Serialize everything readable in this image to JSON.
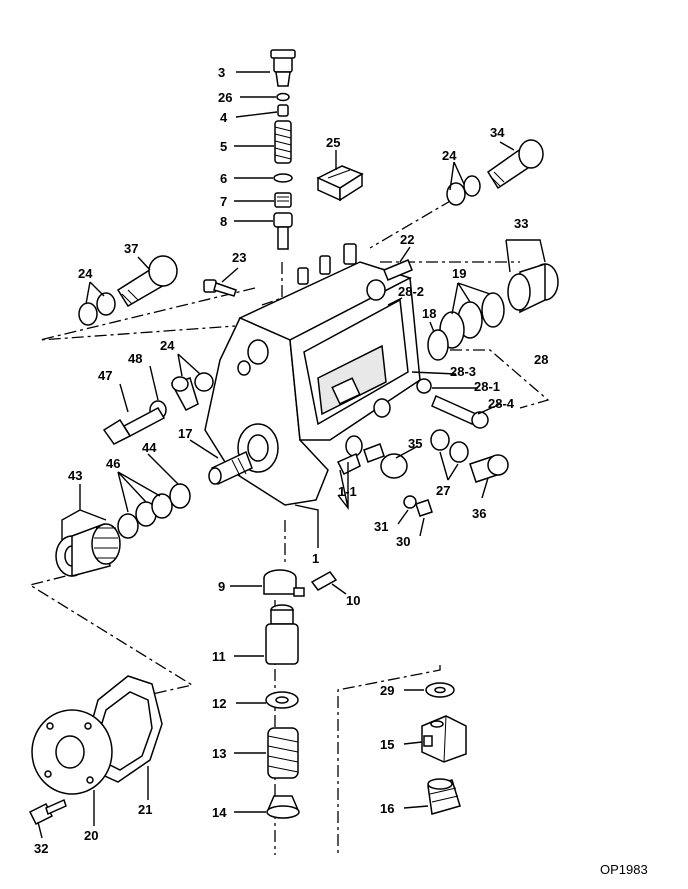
{
  "drawing_code": "OP1983",
  "callouts": [
    {
      "id": "3",
      "label": "3"
    },
    {
      "id": "26",
      "label": "26"
    },
    {
      "id": "4",
      "label": "4"
    },
    {
      "id": "5",
      "label": "5"
    },
    {
      "id": "6",
      "label": "6"
    },
    {
      "id": "7",
      "label": "7"
    },
    {
      "id": "8",
      "label": "8"
    },
    {
      "id": "25",
      "label": "25"
    },
    {
      "id": "24a",
      "label": "24"
    },
    {
      "id": "34",
      "label": "34"
    },
    {
      "id": "33",
      "label": "33"
    },
    {
      "id": "37",
      "label": "37"
    },
    {
      "id": "24b",
      "label": "24"
    },
    {
      "id": "23",
      "label": "23"
    },
    {
      "id": "22",
      "label": "22"
    },
    {
      "id": "28-2",
      "label": "28-2"
    },
    {
      "id": "19",
      "label": "19"
    },
    {
      "id": "18",
      "label": "18"
    },
    {
      "id": "28",
      "label": "28"
    },
    {
      "id": "28-3",
      "label": "28-3"
    },
    {
      "id": "28-1",
      "label": "28-1"
    },
    {
      "id": "28-4",
      "label": "28-4"
    },
    {
      "id": "48",
      "label": "48"
    },
    {
      "id": "24c",
      "label": "24"
    },
    {
      "id": "47",
      "label": "47"
    },
    {
      "id": "17",
      "label": "17"
    },
    {
      "id": "35",
      "label": "35"
    },
    {
      "id": "44",
      "label": "44"
    },
    {
      "id": "46",
      "label": "46"
    },
    {
      "id": "43",
      "label": "43"
    },
    {
      "id": "27",
      "label": "27"
    },
    {
      "id": "36",
      "label": "36"
    },
    {
      "id": "1-1",
      "label": "1-1"
    },
    {
      "id": "31",
      "label": "31"
    },
    {
      "id": "30",
      "label": "30"
    },
    {
      "id": "1",
      "label": "1"
    },
    {
      "id": "9",
      "label": "9"
    },
    {
      "id": "10",
      "label": "10"
    },
    {
      "id": "11",
      "label": "11"
    },
    {
      "id": "29",
      "label": "29"
    },
    {
      "id": "12",
      "label": "12"
    },
    {
      "id": "15",
      "label": "15"
    },
    {
      "id": "13",
      "label": "13"
    },
    {
      "id": "16",
      "label": "16"
    },
    {
      "id": "14",
      "label": "14"
    },
    {
      "id": "21",
      "label": "21"
    },
    {
      "id": "20",
      "label": "20"
    },
    {
      "id": "32",
      "label": "32"
    }
  ]
}
